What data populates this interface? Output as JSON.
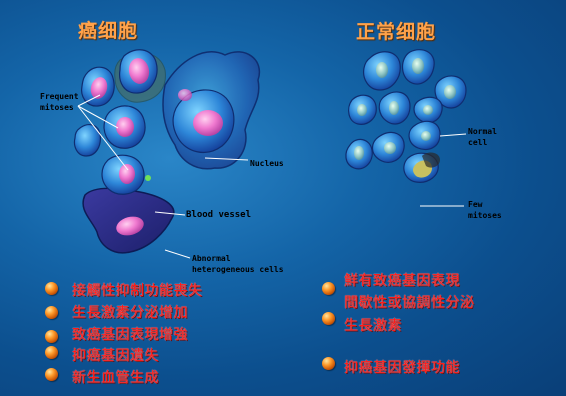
{
  "titles": {
    "cancer": "癌细胞",
    "normal": "正常细胞"
  },
  "labels": {
    "frequent_mitoses": "Frequent\nmitoses",
    "nucleus": "Nucleus",
    "blood_vessel": "Blood vessel",
    "abnormal": "Abnormal\nheterogeneous cells",
    "normal_cell": "Normal\ncell",
    "few_mitoses": "Few\nmitoses"
  },
  "left_list": [
    "接觸性抑制功能喪失",
    "生長激素分泌增加",
    "致癌基因表現增強",
    "抑癌基因遺失",
    "新生血管生成"
  ],
  "right_list": [
    "鮮有致癌基因表現",
    "間歇性或協調性分泌",
    "生長激素",
    "抑癌基因發揮功能"
  ],
  "colors": {
    "title": "#ffa24a",
    "list_text": "#ff1a1a",
    "background": "#1465a8"
  }
}
